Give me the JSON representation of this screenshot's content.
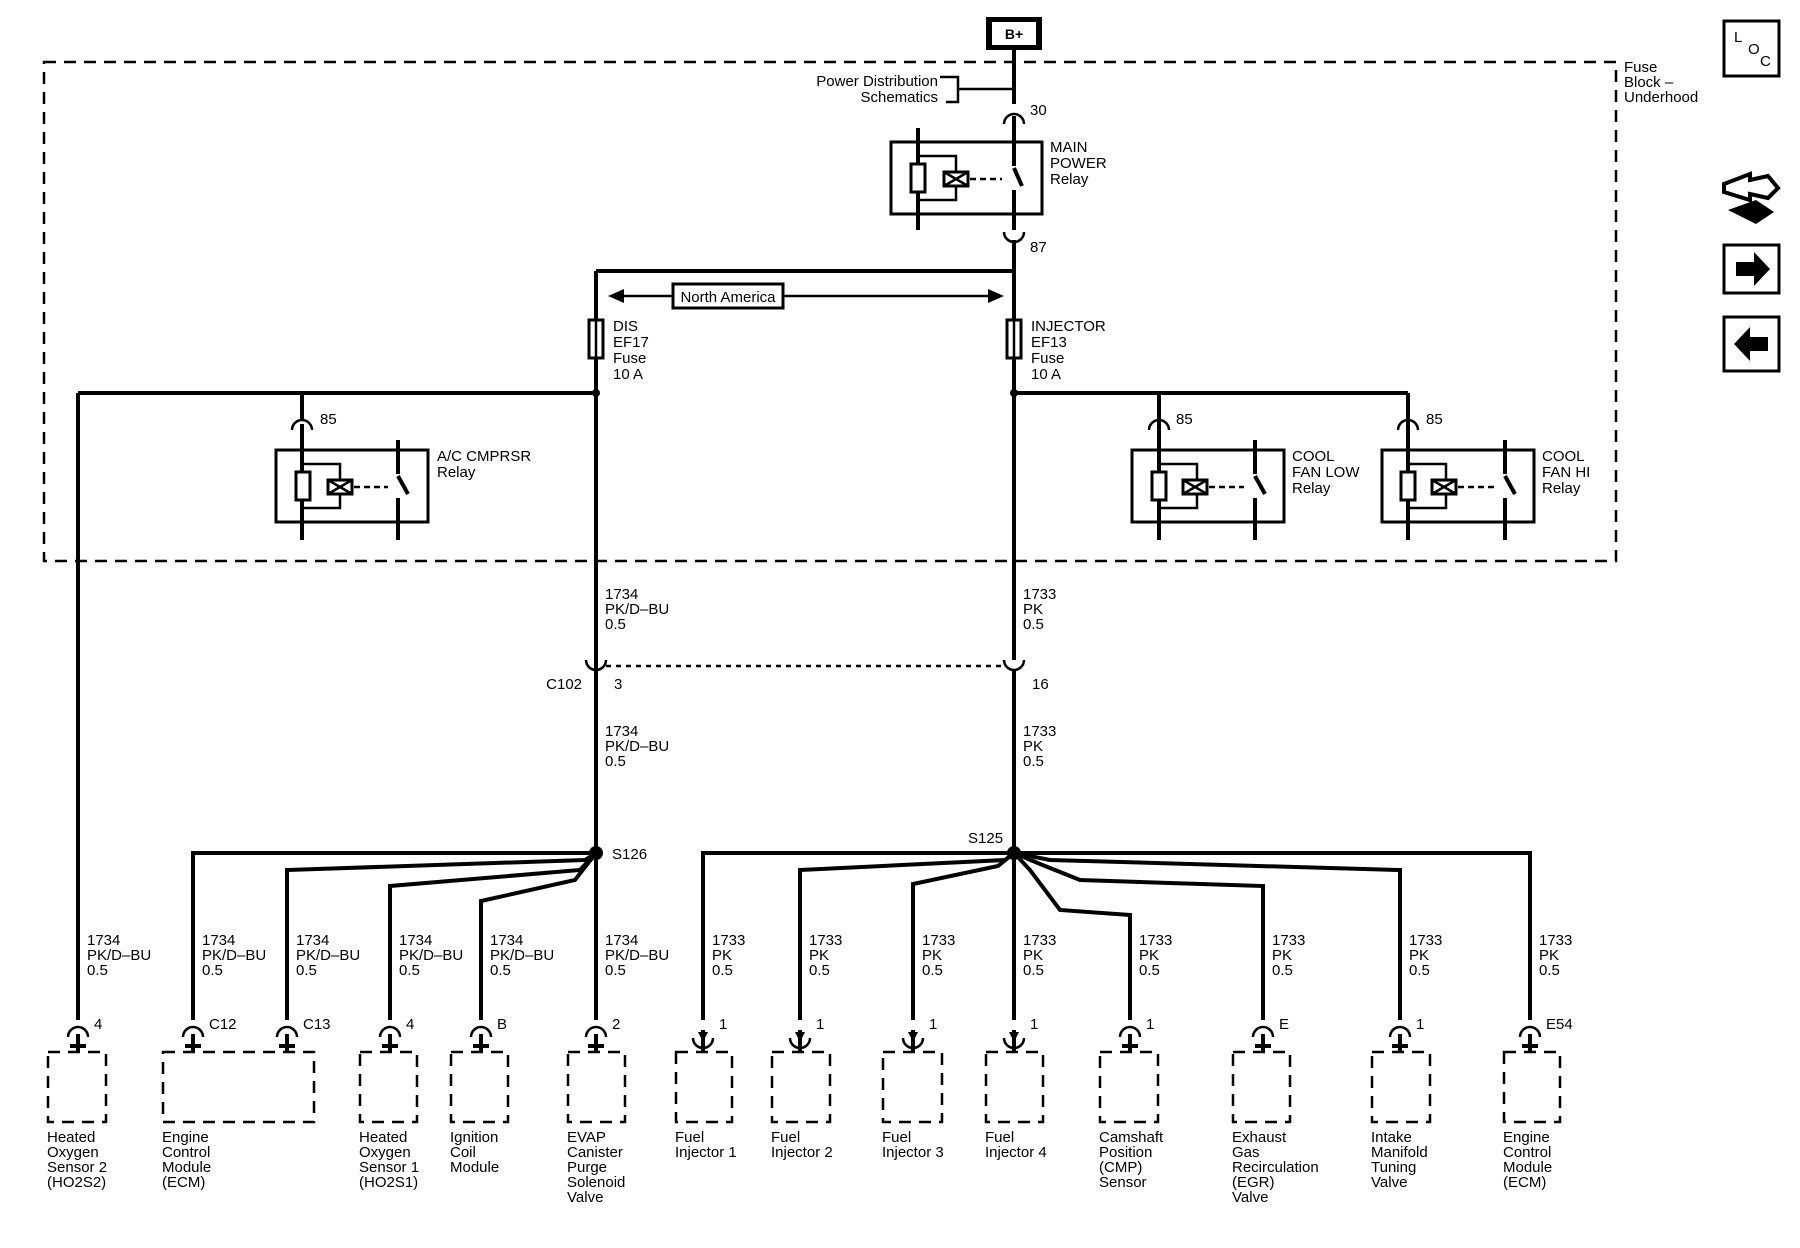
{
  "battery": "B+",
  "fuse_block": [
    "Fuse",
    "Block –",
    "Underhood"
  ],
  "pds": [
    "Power Distribution",
    "Schematics"
  ],
  "main_relay": {
    "lines": [
      "MAIN",
      "POWER",
      "Relay"
    ],
    "pin_in": "30",
    "pin_out": "87"
  },
  "region": "North America",
  "fuse_dis": [
    "DIS",
    "EF17",
    "Fuse",
    "10 A"
  ],
  "fuse_inj": [
    "INJECTOR",
    "EF13",
    "Fuse",
    "10 A"
  ],
  "ac_relay": {
    "lines": [
      "A/C CMPRSR",
      "Relay"
    ],
    "pin": "85"
  },
  "fan_low_relay": {
    "lines": [
      "COOL",
      "FAN LOW",
      "Relay"
    ],
    "pin": "85"
  },
  "fan_hi_relay": {
    "lines": [
      "COOL",
      "FAN HI",
      "Relay"
    ],
    "pin": "85"
  },
  "wire_1734": [
    "1734",
    "PK/D–BU",
    "0.5"
  ],
  "wire_1733": [
    "1733",
    "PK",
    "0.5"
  ],
  "connector": {
    "name": "C102",
    "pin_left": "3",
    "pin_right": "16"
  },
  "splice_left": "S126",
  "splice_right": "S125",
  "loads": [
    {
      "pin": "4",
      "lines": [
        "Heated",
        "Oxygen",
        "Sensor 2",
        "(HO2S2)"
      ]
    },
    {
      "pin": "C12",
      "pin2": "C13",
      "lines": [
        "Engine",
        "Control",
        "Module",
        "(ECM)"
      ]
    },
    {
      "pin": "4",
      "lines": [
        "Heated",
        "Oxygen",
        "Sensor 1",
        "(HO2S1)"
      ]
    },
    {
      "pin": "B",
      "lines": [
        "Ignition",
        "Coil",
        "Module"
      ]
    },
    {
      "pin": "2",
      "lines": [
        "EVAP",
        "Canister",
        "Purge",
        "Solenoid",
        "Valve"
      ]
    },
    {
      "pin": "1",
      "lines": [
        "Fuel",
        "Injector 1"
      ]
    },
    {
      "pin": "1",
      "lines": [
        "Fuel",
        "Injector 2"
      ]
    },
    {
      "pin": "1",
      "lines": [
        "Fuel",
        "Injector 3"
      ]
    },
    {
      "pin": "1",
      "lines": [
        "Fuel",
        "Injector 4"
      ]
    },
    {
      "pin": "1",
      "lines": [
        "Camshaft",
        "Position",
        "(CMP)",
        "Sensor"
      ]
    },
    {
      "pin": "E",
      "lines": [
        "Exhaust",
        "Gas",
        "Recirculation",
        "(EGR)",
        "Valve"
      ]
    },
    {
      "pin": "1",
      "lines": [
        "Intake",
        "Manifold",
        "Tuning",
        "Valve"
      ]
    },
    {
      "pin": "E54",
      "lines": [
        "Engine",
        "Control",
        "Module",
        "(ECM)"
      ]
    }
  ],
  "side": {
    "loc": [
      "L",
      "O",
      "C"
    ],
    "icons": [
      "wiring-icon",
      "next-arrow-icon",
      "back-arrow-icon"
    ]
  }
}
